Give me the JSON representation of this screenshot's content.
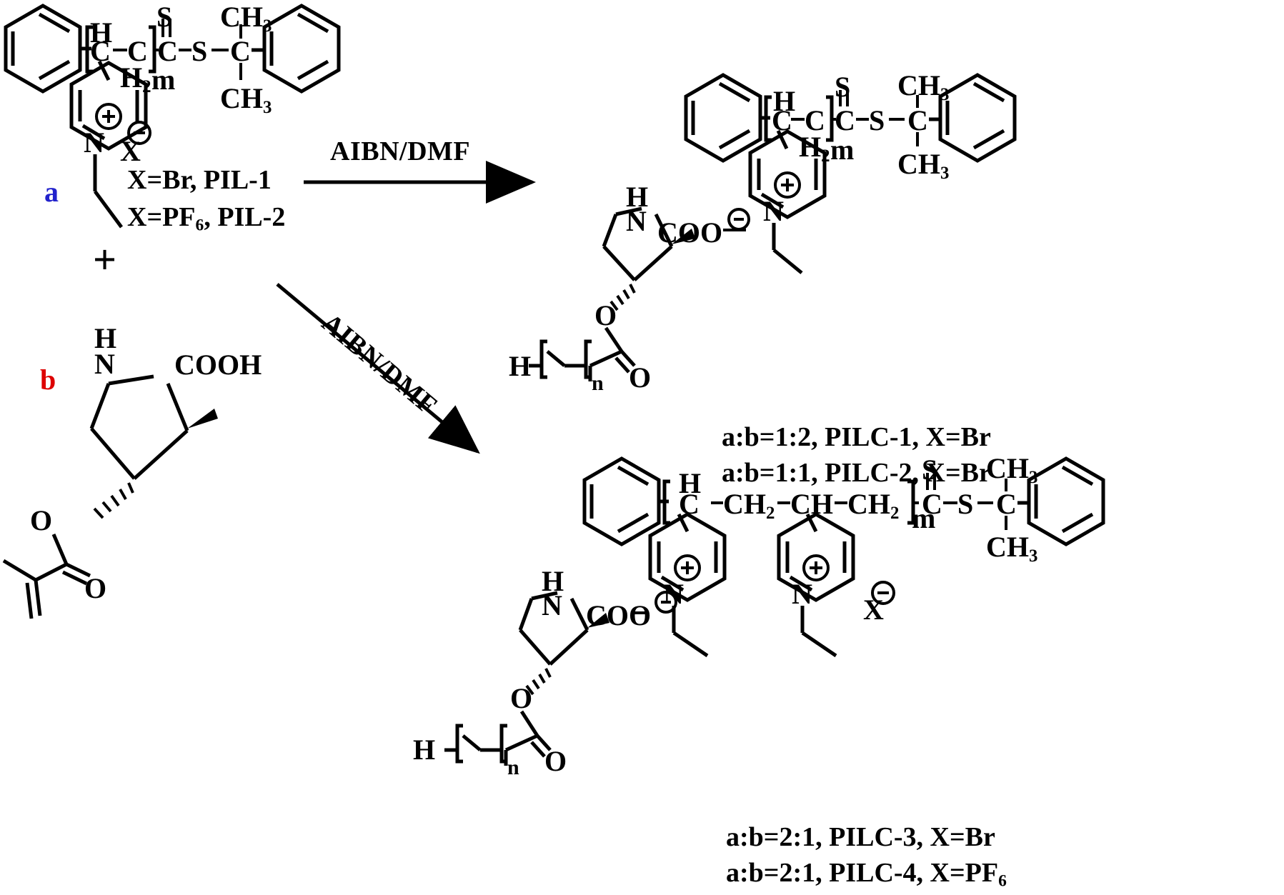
{
  "figure": {
    "type": "chemical-reaction-scheme",
    "title": "Synthesis of PILC copolymer catalysts via AIBN/DMF radical copolymerization"
  },
  "reactants": {
    "polymer_a": {
      "tag": "a",
      "tag_color": "#2222cc",
      "backbone_atoms": [
        "H",
        "C",
        "C",
        "H",
        "2",
        "m"
      ],
      "raft_atoms": [
        "S",
        "C",
        "S",
        "C",
        "CH",
        "3",
        "CH",
        "3"
      ],
      "ring_label": "N",
      "charge_plus": "⊕",
      "counter_ion": "X",
      "charge_minus": "⊖",
      "variants": [
        "X=Br, PIL-1",
        "X=PF",
        "6",
        ", PIL-2"
      ],
      "variant_line1": "X=Br, PIL-1",
      "variant_line2_pre": "X=PF",
      "variant_line2_sub": "6",
      "variant_line2_post": ", PIL-2"
    },
    "plus_sign": "+",
    "monomer_b": {
      "tag": "b",
      "tag_color": "#dd0000",
      "amine_h": "H",
      "amine_n": "N",
      "acid": "COOH",
      "ester_o": "O",
      "carbonyl_o": "O"
    }
  },
  "arrows": {
    "top": {
      "label": "AIBN/DMF",
      "direction": "right"
    },
    "diagonal": {
      "label": "AIBN/DMF",
      "direction": "down-right"
    }
  },
  "products": {
    "top": {
      "backbone_atoms": [
        "H",
        "C",
        "C",
        "H",
        "2",
        "m"
      ],
      "raft_atoms": [
        "S",
        "C",
        "S",
        "C",
        "CH",
        "3",
        "CH",
        "3"
      ],
      "pyridinium_n": "N",
      "charge_plus": "⊕",
      "carboxylate": "COO",
      "charge_minus": "⊖",
      "proline_h": "H",
      "proline_n": "N",
      "ester_o": "O",
      "carbonyl_o": "O",
      "chain_end_h": "H",
      "chain_sub_n": "n",
      "labels": [
        "a:b=1:2, PILC-1, X=Br",
        "a:b=1:1, PILC-2, X=Br"
      ]
    },
    "bottom": {
      "backbone_text": [
        "H",
        "C",
        "CH",
        "2",
        "CH",
        "CH",
        "2",
        "m"
      ],
      "backbone_seq": "C—CH2—CH—CH2",
      "raft_atoms": [
        "S",
        "C",
        "S",
        "C",
        "CH",
        "3",
        "CH",
        "3"
      ],
      "pyridinium_n_1": "N",
      "pyridinium_n_2": "N",
      "charge_plus_1": "⊕",
      "charge_plus_2": "⊕",
      "counter_ion": "X",
      "charge_minus_ion": "⊖",
      "carboxylate": "COO",
      "charge_minus": "⊖",
      "proline_h": "H",
      "proline_n": "N",
      "ester_o": "O",
      "carbonyl_o": "O",
      "chain_end_h": "H",
      "chain_sub_n": "n",
      "labels": [
        "a:b=2:1, PILC-3, X=Br",
        "a:b=2:1, PILC-4, X=PF6"
      ],
      "label2_pre": "a:b=2:1, PILC-4, X=PF",
      "label2_sub": "6"
    }
  },
  "colors": {
    "stroke": "#000000",
    "background": "#ffffff",
    "tag_a": "#2222cc",
    "tag_b": "#dd0000"
  }
}
